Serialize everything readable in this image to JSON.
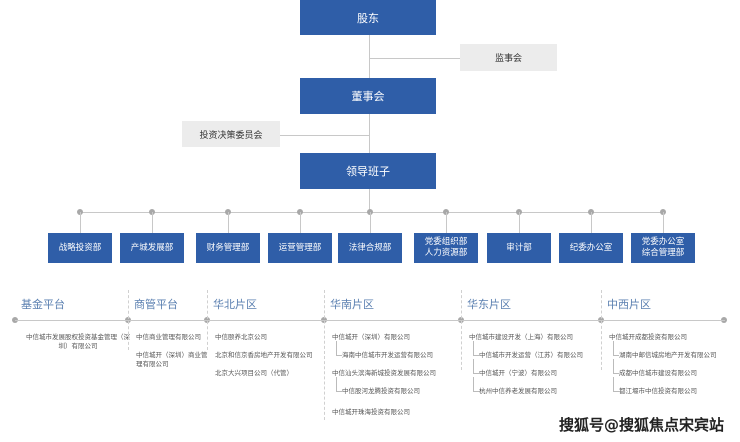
{
  "top": {
    "shareholders": "股东",
    "supervisory_board": "监事会",
    "board": "董事会",
    "investment_committee": "投资决策委员会",
    "leadership": "领导班子"
  },
  "departments": [
    "战略投资部",
    "产城发展部",
    "财务管理部",
    "运营管理部",
    "法律合规部",
    "党委组织部\n人力资源部",
    "审计部",
    "纪委办公室",
    "党委办公室\n综合管理部"
  ],
  "regions": [
    {
      "title": "基金平台",
      "items": [
        "中信城市发展股权投资基金管理（深圳）有限公司"
      ]
    },
    {
      "title": "商管平台",
      "items": [
        "中信商业管理有限公司",
        "中信城开（深圳）商业管理有限公司"
      ]
    },
    {
      "title": "华北片区",
      "items": [
        "中信颐养北京公司",
        "北京和信京香房地产开发有限公司",
        "北京大兴项目公司（代管）"
      ]
    },
    {
      "title": "华南片区",
      "items": [
        "中信城开（深圳）有限公司",
        "海南中信城市开发运营有限公司",
        "中信汕头滨海新城投资发展有限公司",
        "中信股河龙腾投资有限公司",
        "中信城开珠海投资有限公司"
      ]
    },
    {
      "title": "华东片区",
      "items": [
        "中信城市建设开发（上海）有限公司",
        "中信城市开发运营（江苏）有限公司",
        "中信城开（宁波）有限公司",
        "杭州中信养老发展有限公司"
      ]
    },
    {
      "title": "中西片区",
      "items": [
        "中信城开成都投资有限公司",
        "湖南中邮信城房地产开发有限公司",
        "成都中信城市建设有限公司",
        "都江堰市中信投资有限公司"
      ]
    }
  ],
  "watermark": "搜狐号@搜狐焦点宋宾站",
  "colors": {
    "node_blue": "#2f5ea8",
    "side_grey": "#ececec",
    "region_title": "#5a7fb0"
  }
}
